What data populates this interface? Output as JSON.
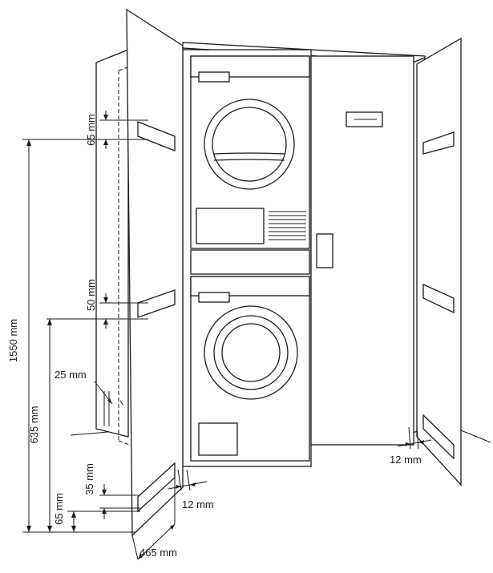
{
  "dimensions": {
    "d_65_top": "65 mm",
    "d_1550": "1550 mm",
    "d_50": "50 mm",
    "d_635": "635 mm",
    "d_25": "25 mm",
    "d_35": "35 mm",
    "d_65_bottom": "65 mm",
    "d_12_left": "12 mm",
    "d_465": "465 mm",
    "d_12_right": "12 mm"
  }
}
